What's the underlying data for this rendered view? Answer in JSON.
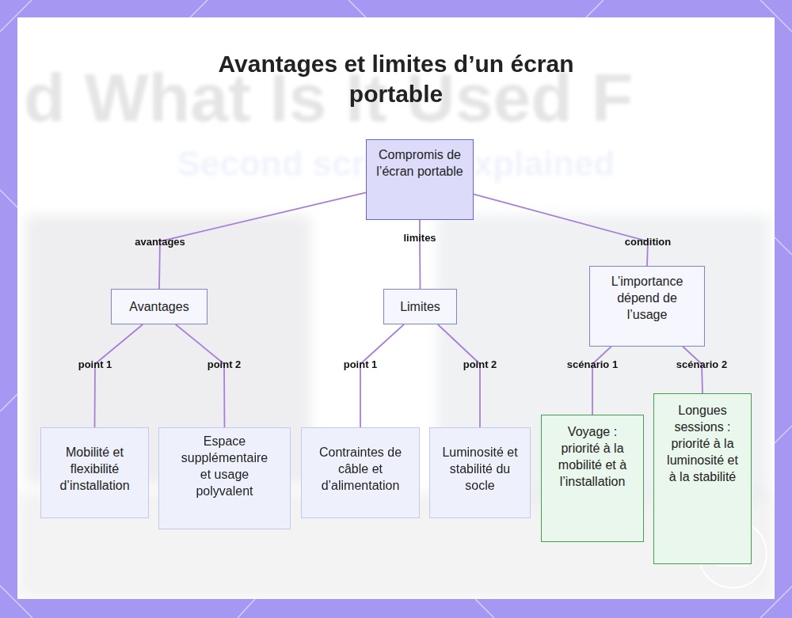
{
  "diagram": {
    "title": "Avantages et limites d’un écran portable",
    "nodes": [
      {
        "text": [
          "Compromis de l’écran portable"
        ]
      },
      {
        "text": [
          "Avantages"
        ]
      },
      {
        "text": [
          "Limites"
        ]
      },
      {
        "text": [
          "L’importance dépend de l’usage"
        ]
      },
      {
        "text": [
          "Mobilité et flexibilité d’installation"
        ]
      },
      {
        "text": [
          "Espace supplémentaire et usage polyvalent"
        ]
      },
      {
        "text": [
          "Contraintes de câble et d’alimentation"
        ]
      },
      {
        "text": [
          "Luminosité et stabilité du socle"
        ]
      },
      {
        "text": [
          "Voyage : priorité à la mobilité et à l’installation"
        ]
      },
      {
        "text": [
          "Longues sessions : priorité à la luminosité et à la stabilité"
        ]
      }
    ],
    "edges": [
      {
        "from": 0,
        "to": 1,
        "arrow": "none",
        "label": "avantages"
      },
      {
        "from": 0,
        "to": 2,
        "arrow": "none",
        "label": "limites"
      },
      {
        "from": 0,
        "to": 3,
        "arrow": "none",
        "label": "condition"
      },
      {
        "from": 1,
        "to": 4,
        "arrow": "none",
        "label": "point 1"
      },
      {
        "from": 1,
        "to": 5,
        "arrow": "none",
        "label": "point 2"
      },
      {
        "from": 2,
        "to": 6,
        "arrow": "none",
        "label": "point 1"
      },
      {
        "from": 2,
        "to": 7,
        "arrow": "none",
        "label": "point 2"
      },
      {
        "from": 3,
        "to": 8,
        "arrow": "none",
        "label": "scénario 1"
      },
      {
        "from": 3,
        "to": 9,
        "arrow": "none",
        "label": "scénario 2"
      }
    ],
    "labels": [
      "d What Is It Used F",
      "Second screens explained"
    ]
  }
}
